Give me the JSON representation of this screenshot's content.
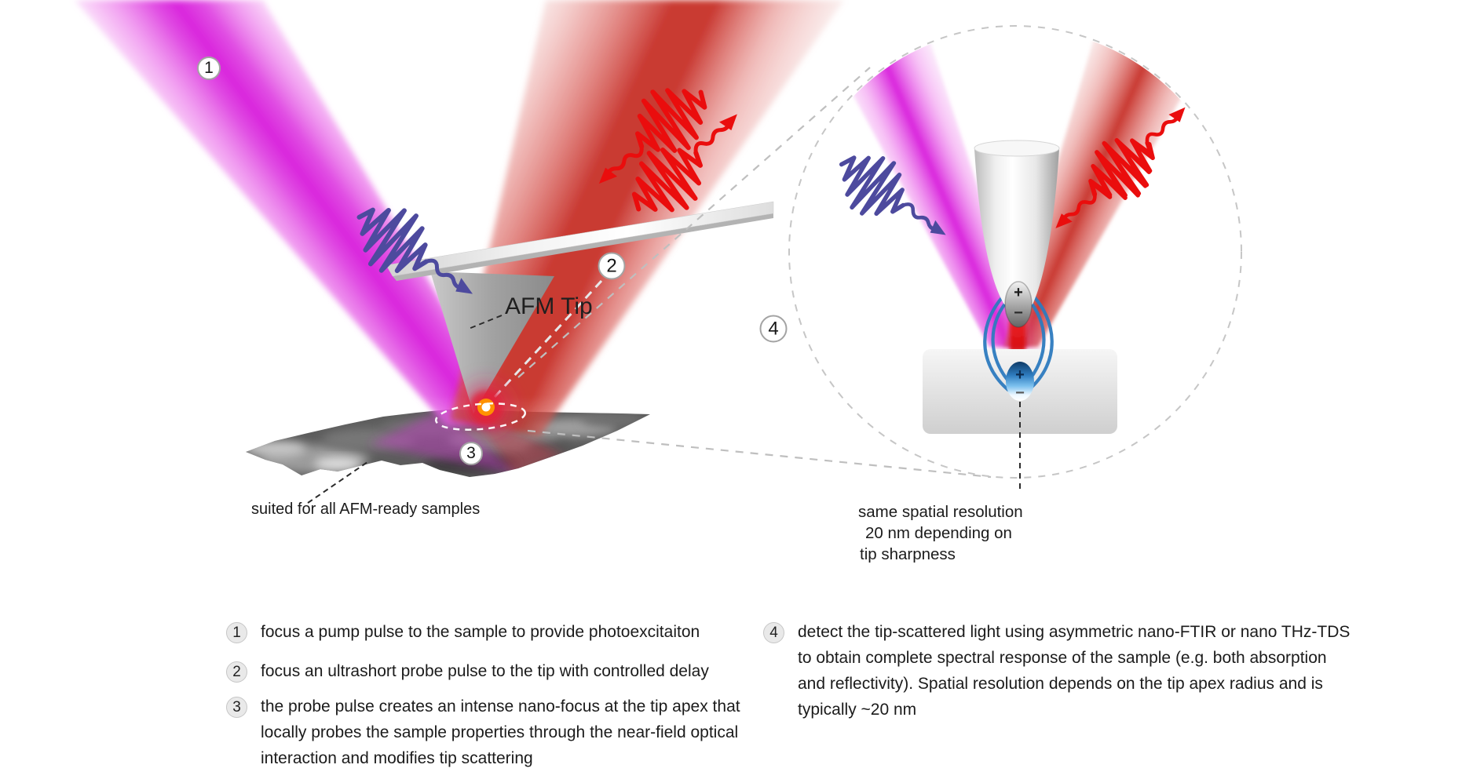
{
  "figure": {
    "title_hint": "pump-probe near-field AFM spectroscopy scheme",
    "labels": {
      "afm_tip": "AFM Tip",
      "sample_note": "suited for all AFM-ready samples",
      "inset_note_lines": [
        "same spatial resolution",
        "20 nm depending on",
        "tip sharpness"
      ]
    },
    "markers": {
      "m1": "1",
      "m2": "2",
      "m3": "3",
      "m4": "4"
    },
    "charges": {
      "plus": "+",
      "minus": "−"
    },
    "legend": [
      {
        "num": "1",
        "lines": [
          "focus a pump pulse to the sample to provide photoexcitaiton"
        ]
      },
      {
        "num": "2",
        "lines": [
          "focus an ultrashort probe pulse to the tip with controlled delay"
        ]
      },
      {
        "num": "3",
        "lines": [
          "the probe pulse creates an intense nano-focus at the tip apex that",
          "locally probes the sample properties through the near-field optical",
          "interaction and modifies tip scattering"
        ]
      },
      {
        "num": "4",
        "lines": [
          "detect the tip-scattered light using asymmetric nano-FTIR or nano THz-TDS",
          "to obtain complete spectral response of the sample (e.g. both absorption",
          "and reflectivity). Spatial resolution depends on the tip apex radius and is",
          "typically ~20 nm"
        ]
      }
    ],
    "colors": {
      "pump_beam": "#d925dd",
      "probe_beam": "#c93a33",
      "pump_pulse": "#4d4a9e",
      "probe_pulse": "#ea0d0d",
      "field_lines": "#2e7bbf",
      "glow_core": "#ffffff",
      "glow_ring": "#ff9100",
      "charge_blue": "#2f7dc0"
    }
  }
}
